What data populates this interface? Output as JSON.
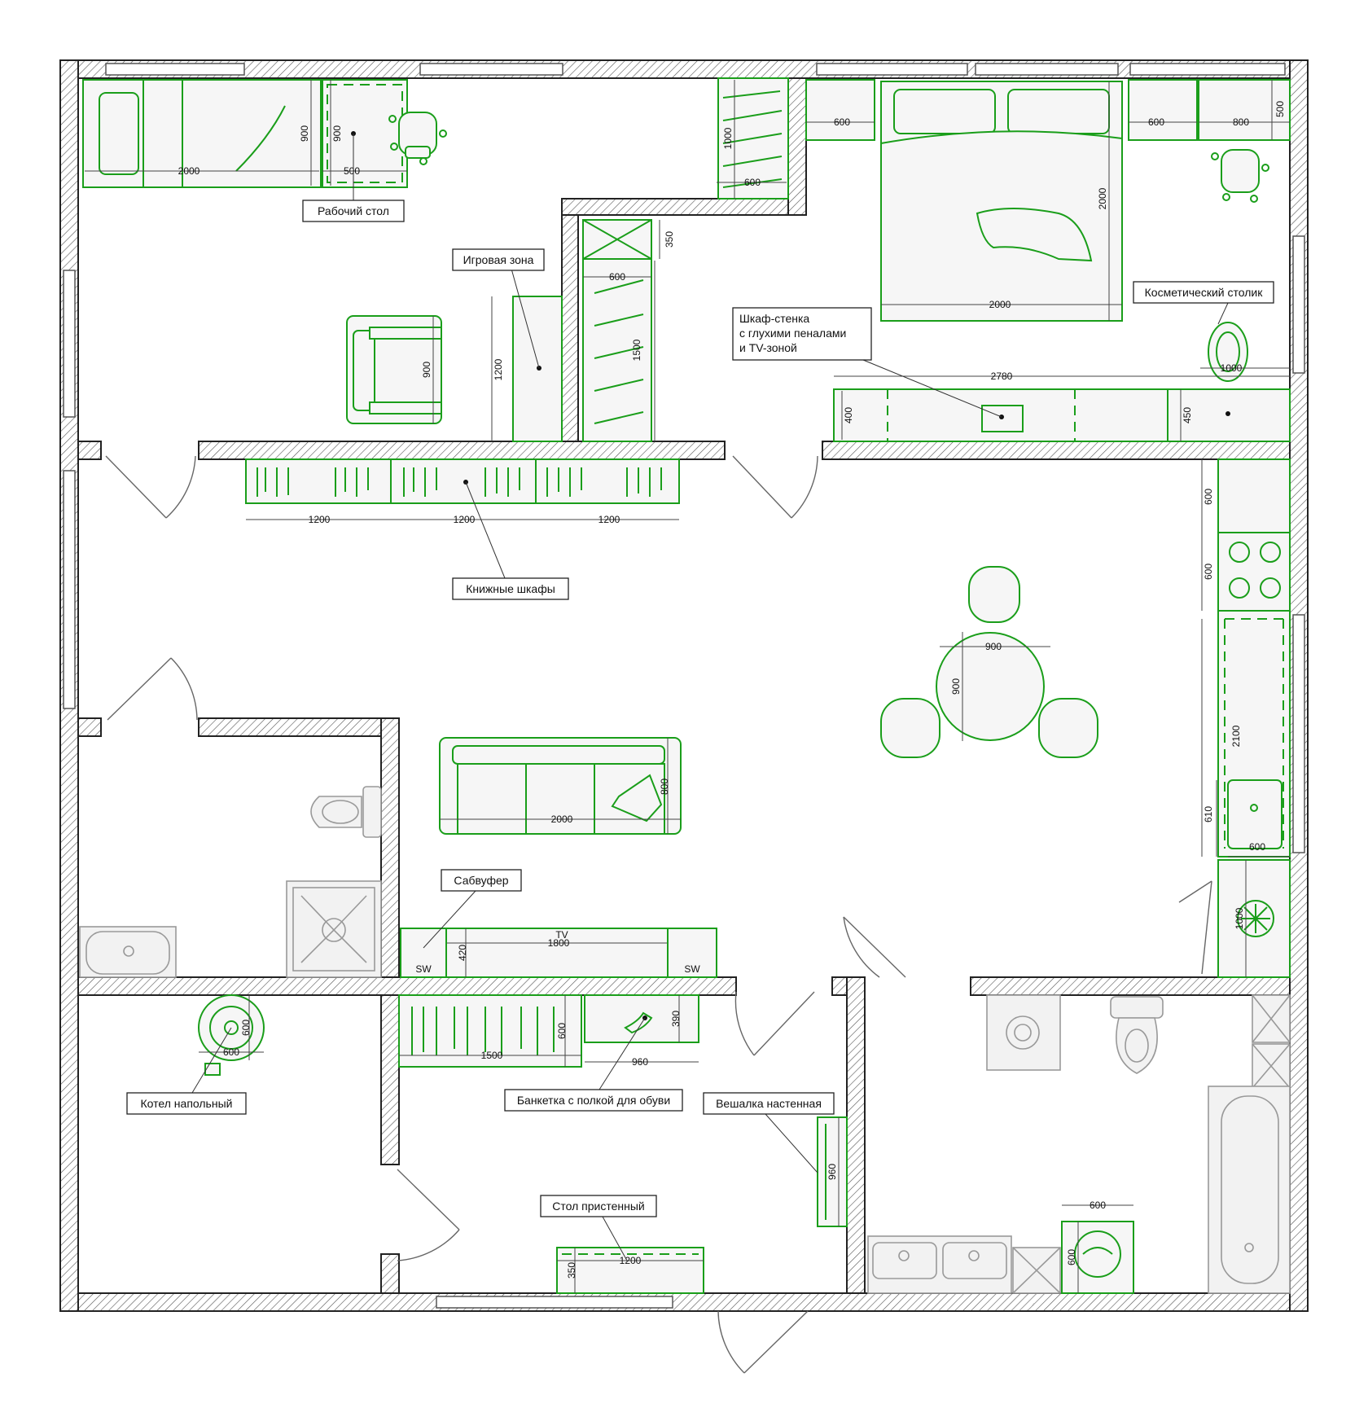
{
  "plan": {
    "labels": {
      "desk": "Рабочий стол",
      "play_zone": "Игровая зона",
      "wardrobe_wall_1": "Шкаф-стенка",
      "wardrobe_wall_2": "с глухими пеналами",
      "wardrobe_wall_3": "и TV-зоной",
      "vanity": "Косметический столик",
      "bookcases": "Книжные шкафы",
      "subwoofer": "Сабвуфер",
      "boiler": "Котел напольный",
      "bench": "Банкетка с полкой для обуви",
      "hanger": "Вешалка настенная",
      "wall_table": "Стол пристенный"
    },
    "dims": {
      "d2000_bed1": "2000",
      "d900_bed1": "900",
      "d900_desk": "900",
      "d500_desk": "500",
      "d1000_closet": "1000",
      "d600_closet": "600",
      "d350_wardrobe": "350",
      "d600_wardrobe": "600",
      "d1500_wardrobe": "1500",
      "d1200_play": "1200",
      "d900_chair": "900",
      "d600_bed_l": "600",
      "d2000_bed2_v": "2000",
      "d2000_bed2_h": "2000",
      "d600_bed_r": "600",
      "d800_vanity": "800",
      "d500_vanity": "500",
      "d2780": "2780",
      "d400": "400",
      "d450": "450",
      "d1000_vanity": "1000",
      "d1200_a": "1200",
      "d1200_b": "1200",
      "d1200_c": "1200",
      "d600_k1": "600",
      "d600_k2": "600",
      "d900_table_h": "900",
      "d900_table_v": "900",
      "d2100": "2100",
      "d610": "610",
      "d600_sink": "600",
      "d1000_fridge": "1000",
      "d2000_sofa": "2000",
      "d800_sofa": "800",
      "d1800": "1800",
      "d420": "420",
      "d600_boiler_v": "600",
      "d600_boiler_h": "600",
      "d1500_hall": "1500",
      "d600_hall": "600",
      "d390": "390",
      "d960_bench": "960",
      "d960_hanger": "960",
      "d350_table": "350",
      "d1200_table": "1200",
      "d600_washer_h": "600",
      "d600_washer_v": "600"
    },
    "marks": {
      "sw_left": "SW",
      "sw_right": "SW",
      "tv": "TV"
    },
    "colors": {
      "furniture": "#1a9e1a",
      "plumbing": "#999999",
      "walls": "#222222"
    }
  }
}
